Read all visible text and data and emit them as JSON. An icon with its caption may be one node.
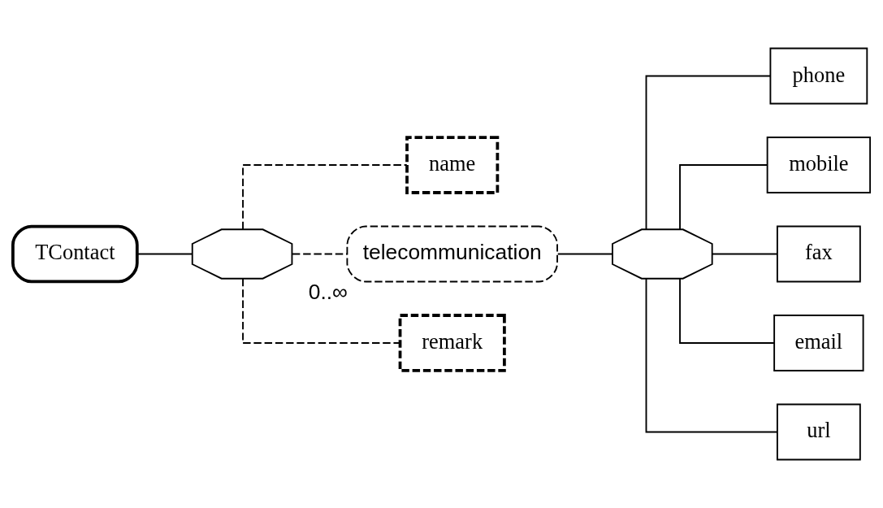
{
  "diagram": {
    "nodes": [
      {
        "text": [
          "TContact"
        ]
      },
      {
        "text": [],
        "shape": "octagon"
      },
      {
        "text": [
          "name"
        ]
      },
      {
        "text": [
          "telecommunication"
        ],
        "beside": [
          "0..∞"
        ]
      },
      {
        "text": [
          "remark"
        ]
      },
      {
        "text": [],
        "shape": "octagon"
      },
      {
        "text": [
          "phone"
        ]
      },
      {
        "text": [
          "mobile"
        ]
      },
      {
        "text": [
          "fax"
        ]
      },
      {
        "text": [
          "email"
        ]
      },
      {
        "text": [
          "url"
        ]
      }
    ],
    "edges": [
      {
        "from": 0,
        "to": 1,
        "arrow": "none"
      },
      {
        "from": 1,
        "to": 2,
        "arrow": "none",
        "style": "dashed"
      },
      {
        "from": 1,
        "to": 3,
        "arrow": "none",
        "style": "dashed"
      },
      {
        "from": 1,
        "to": 4,
        "arrow": "none",
        "style": "dashed"
      },
      {
        "from": 3,
        "to": 5,
        "arrow": "none"
      },
      {
        "from": 5,
        "to": 6,
        "arrow": "none"
      },
      {
        "from": 5,
        "to": 7,
        "arrow": "none"
      },
      {
        "from": 5,
        "to": 8,
        "arrow": "none"
      },
      {
        "from": 5,
        "to": 9,
        "arrow": "none"
      },
      {
        "from": 5,
        "to": 10,
        "arrow": "none"
      }
    ]
  }
}
